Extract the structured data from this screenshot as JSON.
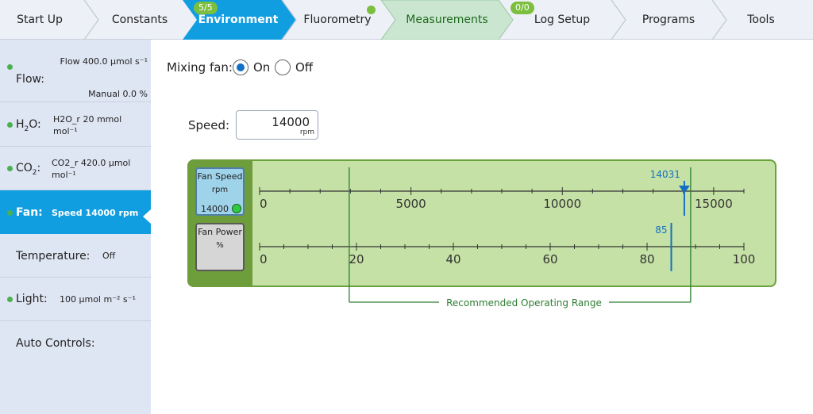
{
  "tabs": [
    {
      "label": "Start Up"
    },
    {
      "label": "Constants"
    },
    {
      "label": "Environment",
      "badge": "5/5"
    },
    {
      "label": "Fluorometry"
    },
    {
      "label": "Measurements"
    },
    {
      "label": "Log Setup",
      "badge": "0/0"
    },
    {
      "label": "Programs"
    },
    {
      "label": "Tools"
    }
  ],
  "sidebar": {
    "items": [
      {
        "label": "Flow:",
        "value": "Flow 400.0 µmol s⁻¹",
        "value2": "Manual 0.0 %"
      },
      {
        "label_main": "H",
        "label_sub": "2",
        "label_tail": "O:",
        "value": "H2O_r 20 mmol mol⁻¹"
      },
      {
        "label_main": "CO",
        "label_sub": "2",
        "label_tail": ":",
        "value": "CO2_r 420.0 µmol mol⁻¹"
      },
      {
        "label": "Fan:",
        "value": "Speed 14000 rpm"
      },
      {
        "label": "Temperature:",
        "value": "Off"
      },
      {
        "label": "Light:",
        "value": "100 µmol m⁻² s⁻¹"
      },
      {
        "label": "Auto Controls:"
      }
    ]
  },
  "mixing_fan": {
    "label": "Mixing fan:",
    "on_label": "On",
    "off_label": "Off",
    "selected": "On"
  },
  "speed": {
    "label": "Speed:",
    "value": "14000",
    "unit": "rpm"
  },
  "gauges": {
    "fan_speed": {
      "title": "Fan Speed",
      "unit": "rpm",
      "value": "14000",
      "ticks": [
        "0",
        "5000",
        "10000",
        "15000"
      ],
      "min": 0,
      "max": 16000,
      "current": 14031,
      "current_label": "14031"
    },
    "fan_power": {
      "title": "Fan Power",
      "unit": "%",
      "ticks": [
        "0",
        "20",
        "40",
        "60",
        "80",
        "100"
      ],
      "min": 0,
      "max": 100,
      "current": 85,
      "current_label": "85"
    },
    "range_label": "Recommended Operating Range",
    "range_power": [
      18.5,
      89
    ]
  },
  "colors": {
    "active_tab": "#119ee0",
    "measurements_tab": "#cbe6d0",
    "panel": "#c5e1a5",
    "marker": "#1470c4",
    "range": "#2e7d32"
  }
}
